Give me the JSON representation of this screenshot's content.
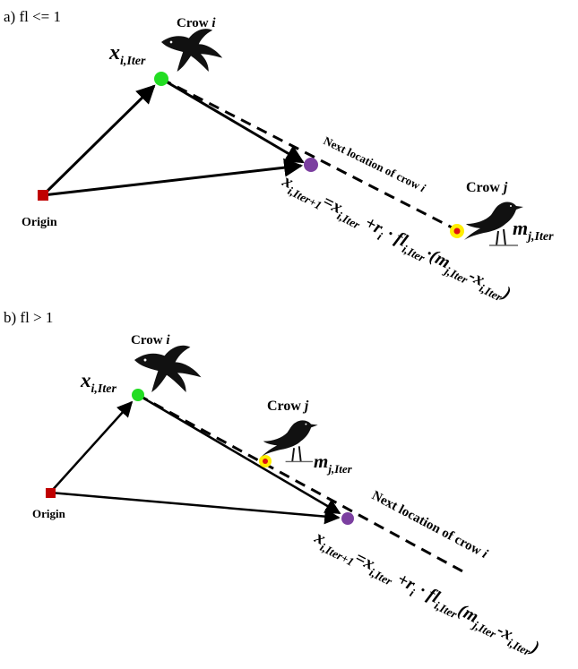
{
  "panel_a": {
    "label": "a) fl <= 1",
    "origin_label": "Origin",
    "crow_i_label": "Crow",
    "crow_i_index": "i",
    "crow_j_label": "Crow",
    "crow_j_index": "j",
    "x_label_base": "x",
    "x_label_sub": "i,Iter",
    "m_label_base": "m",
    "m_label_sub": "j,Iter",
    "next_location": "Next location of crow",
    "next_location_index": "i",
    "equation": {
      "lhs_base": "x",
      "lhs_sub": "i,Iter+1",
      "eq": "=",
      "t1_base": "x",
      "t1_sub": "i,Iter",
      "plus": " +",
      "r_base": "r",
      "r_sub": "i",
      "dot": " · ",
      "fl_base": "fl",
      "fl_sub": "i,Iter",
      "paren_open": "·(",
      "m_base": "m",
      "m_sub": "j,Iter",
      "minus": "-",
      "t2_base": "x",
      "t2_sub": "i,Iter",
      "paren_close": ")"
    }
  },
  "panel_b": {
    "label": "b) fl > 1",
    "origin_label": "Origin",
    "crow_i_label": "Crow",
    "crow_i_index": "i",
    "crow_j_label": "Crow",
    "crow_j_index": "j",
    "x_label_base": "x",
    "x_label_sub": "i,Iter",
    "m_label_base": "m",
    "m_label_sub": "j,Iter",
    "next_location": "Next location of crow",
    "next_location_index": "i",
    "equation": {
      "lhs_base": "x",
      "lhs_sub": "i,Iter+1",
      "eq": "=",
      "t1_base": "x",
      "t1_sub": "i,Iter",
      "plus": " +",
      "r_base": "r",
      "r_sub": "i",
      "dot": " · ",
      "fl_base": "fl",
      "fl_sub": "i,Iter",
      "paren_open": "(",
      "m_base": "m",
      "m_sub": "j,Iter",
      "minus": "-",
      "t2_base": "x",
      "t2_sub": "i,Iter",
      "paren_close": ")"
    }
  },
  "colors": {
    "origin": "#c00000",
    "current_position": "#22dd22",
    "next_position": "#7b3fa0",
    "memory_outer": "#ffee00",
    "memory_inner": "#e01010",
    "lines": "#000000"
  },
  "icons": [
    "crow-flying-icon",
    "crow-standing-icon"
  ]
}
